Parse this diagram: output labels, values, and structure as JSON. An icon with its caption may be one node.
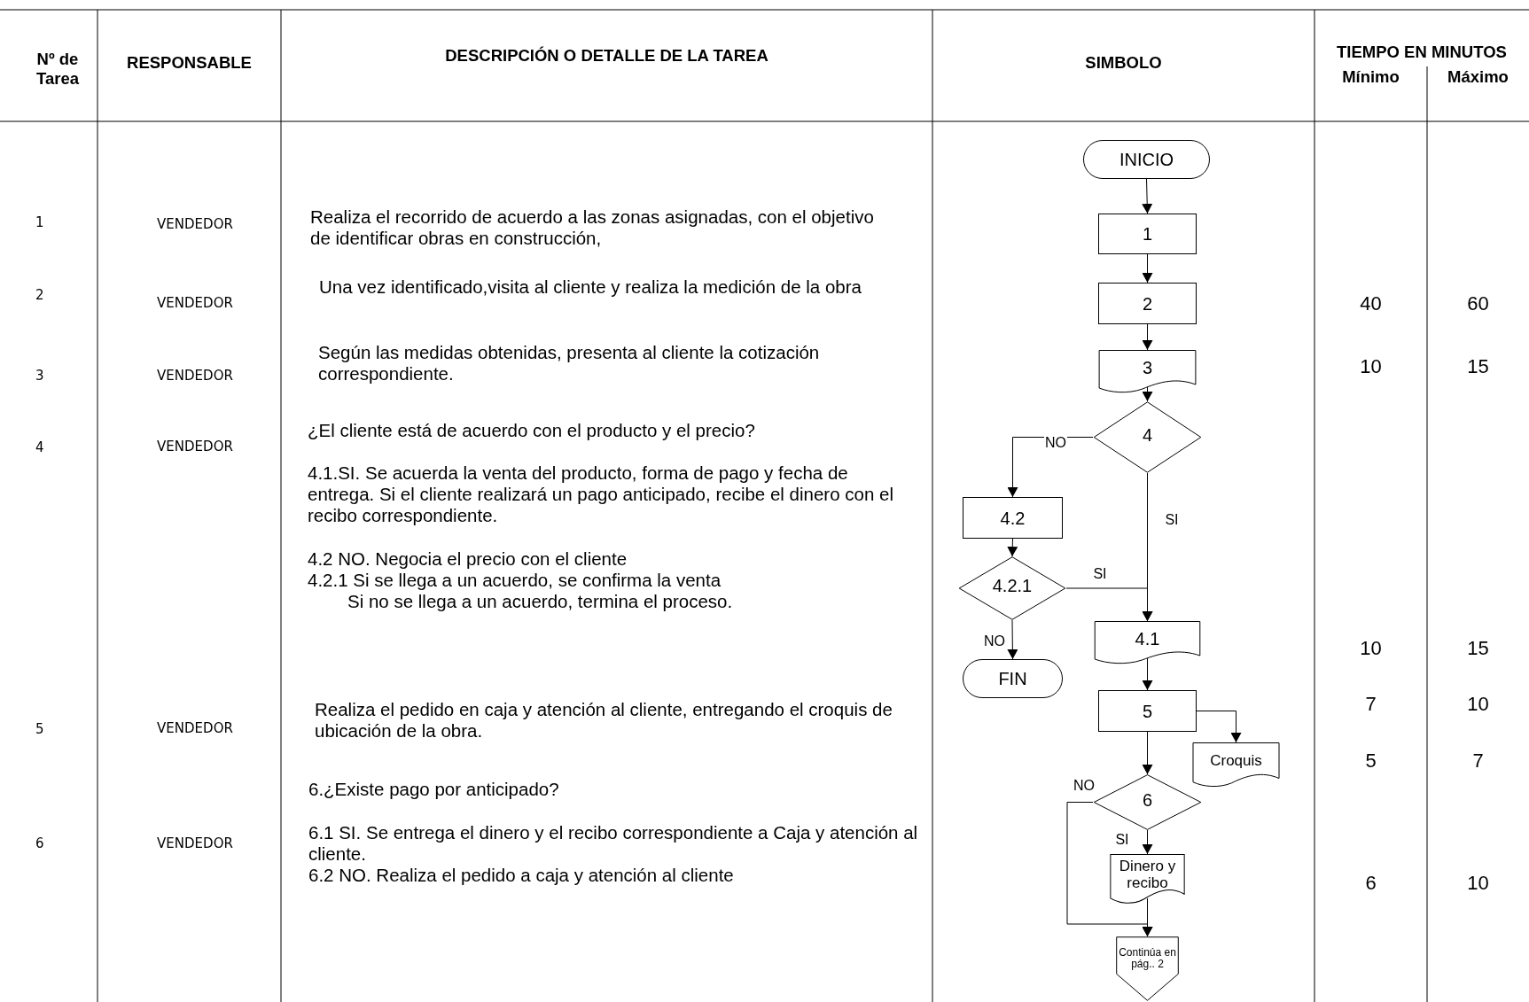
{
  "diagram": {
    "nodes": [
      {
        "text": [
          "INICIO"
        ]
      },
      {
        "text": [
          "1"
        ]
      },
      {
        "text": [
          "2"
        ]
      },
      {
        "text": [
          "3"
        ]
      },
      {
        "text": [
          "4"
        ]
      },
      {
        "text": [
          "4.2"
        ]
      },
      {
        "text": [
          "4.2.1"
        ]
      },
      {
        "text": [
          "4.1"
        ]
      },
      {
        "text": [
          "FIN"
        ]
      },
      {
        "text": [
          "5"
        ]
      },
      {
        "text": [
          "Croquis"
        ]
      },
      {
        "text": [
          "6"
        ]
      },
      {
        "text": [
          "Dinero y recibo"
        ]
      },
      {
        "text": [
          "Continúa en pág.. 2"
        ]
      }
    ],
    "edges": [
      {
        "from": 0,
        "to": 1,
        "arrow": "to"
      },
      {
        "from": 1,
        "to": 2,
        "arrow": "to"
      },
      {
        "from": 2,
        "to": 3,
        "arrow": "to"
      },
      {
        "from": 3,
        "to": 4,
        "arrow": "to"
      },
      {
        "from": 4,
        "to": 5,
        "arrow": "to",
        "label": "NO"
      },
      {
        "from": 4,
        "to": 7,
        "arrow": "to",
        "label": "SI"
      },
      {
        "from": 5,
        "to": 6,
        "arrow": "to"
      },
      {
        "from": 6,
        "to": 7,
        "arrow": "to",
        "label": "SI"
      },
      {
        "from": 6,
        "to": 8,
        "arrow": "to",
        "label": "NO"
      },
      {
        "from": 7,
        "to": 9,
        "arrow": "to"
      },
      {
        "from": 9,
        "to": 10,
        "arrow": "to"
      },
      {
        "from": 9,
        "to": 11,
        "arrow": "to"
      },
      {
        "from": 11,
        "to": 12,
        "arrow": "to",
        "label": "SI"
      },
      {
        "from": 11,
        "to": 13,
        "arrow": "to",
        "label": "NO"
      },
      {
        "from": 12,
        "to": 13,
        "arrow": "to"
      }
    ],
    "labels": [
      "Nº de Tarea",
      "RESPONSABLE",
      "DESCRIPCIÓN O DETALLE DE LA TAREA",
      "SIMBOLO",
      "TIEMPO EN MINUTOS",
      "Mínimo",
      "Máximo",
      "1",
      "VENDEDOR",
      "Realiza el recorrido de acuerdo a las zonas asignadas, con el objetivo de identificar obras en construcción,",
      "2",
      "VENDEDOR",
      "Una vez identificado,visita al cliente y realiza la medición de la obra",
      "40",
      "60",
      "3",
      "VENDEDOR",
      "Según las medidas obtenidas, presenta al cliente la cotización correspondiente.",
      "10",
      "15",
      "4",
      "VENDEDOR",
      "¿El cliente está de acuerdo con el producto y el precio?",
      "4.1.SI. Se acuerda la venta del producto, forma de pago y fecha de entrega. Si el cliente realizará un pago anticipado, recibe el dinero con el recibo correspondiente.",
      "4.2 NO. Negocia el  precio con el cliente",
      "4.2.1 Si se llega a un acuerdo, se confirma la venta",
      "Si no se llega a un acuerdo, termina el proceso.",
      "10",
      "15",
      "7",
      "10",
      "Realiza  el pedido en caja y atención al cliente, entregando el croquis de ubicación de la obra.",
      "5",
      "VENDEDOR",
      "5",
      "7",
      "6.¿Existe pago por anticipado?",
      "6",
      "VENDEDOR",
      "6.1 SI. Se entrega el dinero y el recibo correspondiente a Caja y atención al cliente.",
      "6.2 NO. Realiza el pedido a caja y atención al cliente",
      "6",
      "10"
    ]
  }
}
